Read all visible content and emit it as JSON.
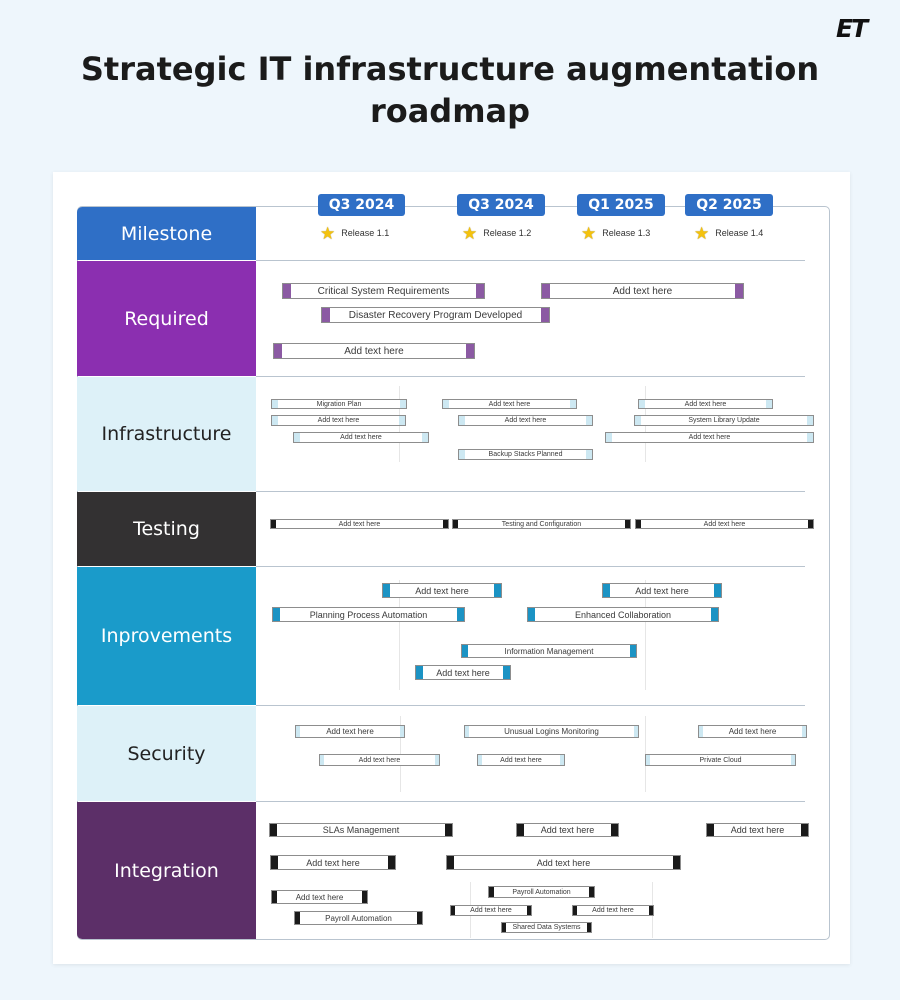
{
  "logo": "ET",
  "title": "Strategic IT infrastructure augmentation roadmap",
  "milestones": [
    {
      "quarter": "Q3 2024",
      "release": "Release 1.1"
    },
    {
      "quarter": "Q3 2024",
      "release": "Release 1.2"
    },
    {
      "quarter": "Q1 2025",
      "release": "Release 1.3"
    },
    {
      "quarter": "Q2 2025",
      "release": "Release 1.4"
    }
  ],
  "rows": [
    {
      "key": "milestone",
      "label": "Milestone",
      "bg": "#2f6fc6",
      "fg": "#ffffff"
    },
    {
      "key": "required",
      "label": "Required",
      "bg": "#8b2fb0",
      "fg": "#ffffff",
      "accent": "#8b5aa3",
      "bars": [
        "Critical System Requirements",
        "Add text here",
        "Disaster Recovery Program Developed",
        "Add text here"
      ]
    },
    {
      "key": "infrastructure",
      "label": "Infrastructure",
      "bg": "#ddf1f8",
      "fg": "#222222",
      "accent": "#cde8f2",
      "bars": [
        "Migration Plan",
        "Add text here",
        "Add text here",
        "Add text here",
        "Add text here",
        "System Library Update",
        "Add text here",
        "Add text here",
        "Backup Stacks Planned"
      ]
    },
    {
      "key": "testing",
      "label": "Testing",
      "bg": "#333132",
      "fg": "#ffffff",
      "accent": "#1a1a1a",
      "bars": [
        "Add text here",
        "Testing and Configuration",
        "Add text here"
      ]
    },
    {
      "key": "improvements",
      "label": "Inprovements",
      "bg": "#1a9bca",
      "fg": "#ffffff",
      "accent": "#1b93c4",
      "bars": [
        "Add text here",
        "Add text here",
        "Planning Process Automation",
        "Enhanced Collaboration",
        "Information Management",
        "Add text here"
      ]
    },
    {
      "key": "security",
      "label": "Security",
      "bg": "#ddf1f8",
      "fg": "#222222",
      "accent": "#cde8f2",
      "bars": [
        "Add text here",
        "Unusual Logins Monitoring",
        "Add text here",
        "Add text here",
        "Add text here",
        "Private Cloud"
      ]
    },
    {
      "key": "integration",
      "label": "Integration",
      "bg": "#5c2f68",
      "fg": "#ffffff",
      "accent": "#1a1a1a",
      "bars": [
        "SLAs Management",
        "Add text here",
        "Add text here",
        "Add text here",
        "Add text here",
        "Add text here",
        "Payroll Automation",
        "Add text here",
        "Add text here",
        "Payroll Automation",
        "Shared Data Systems"
      ]
    }
  ]
}
